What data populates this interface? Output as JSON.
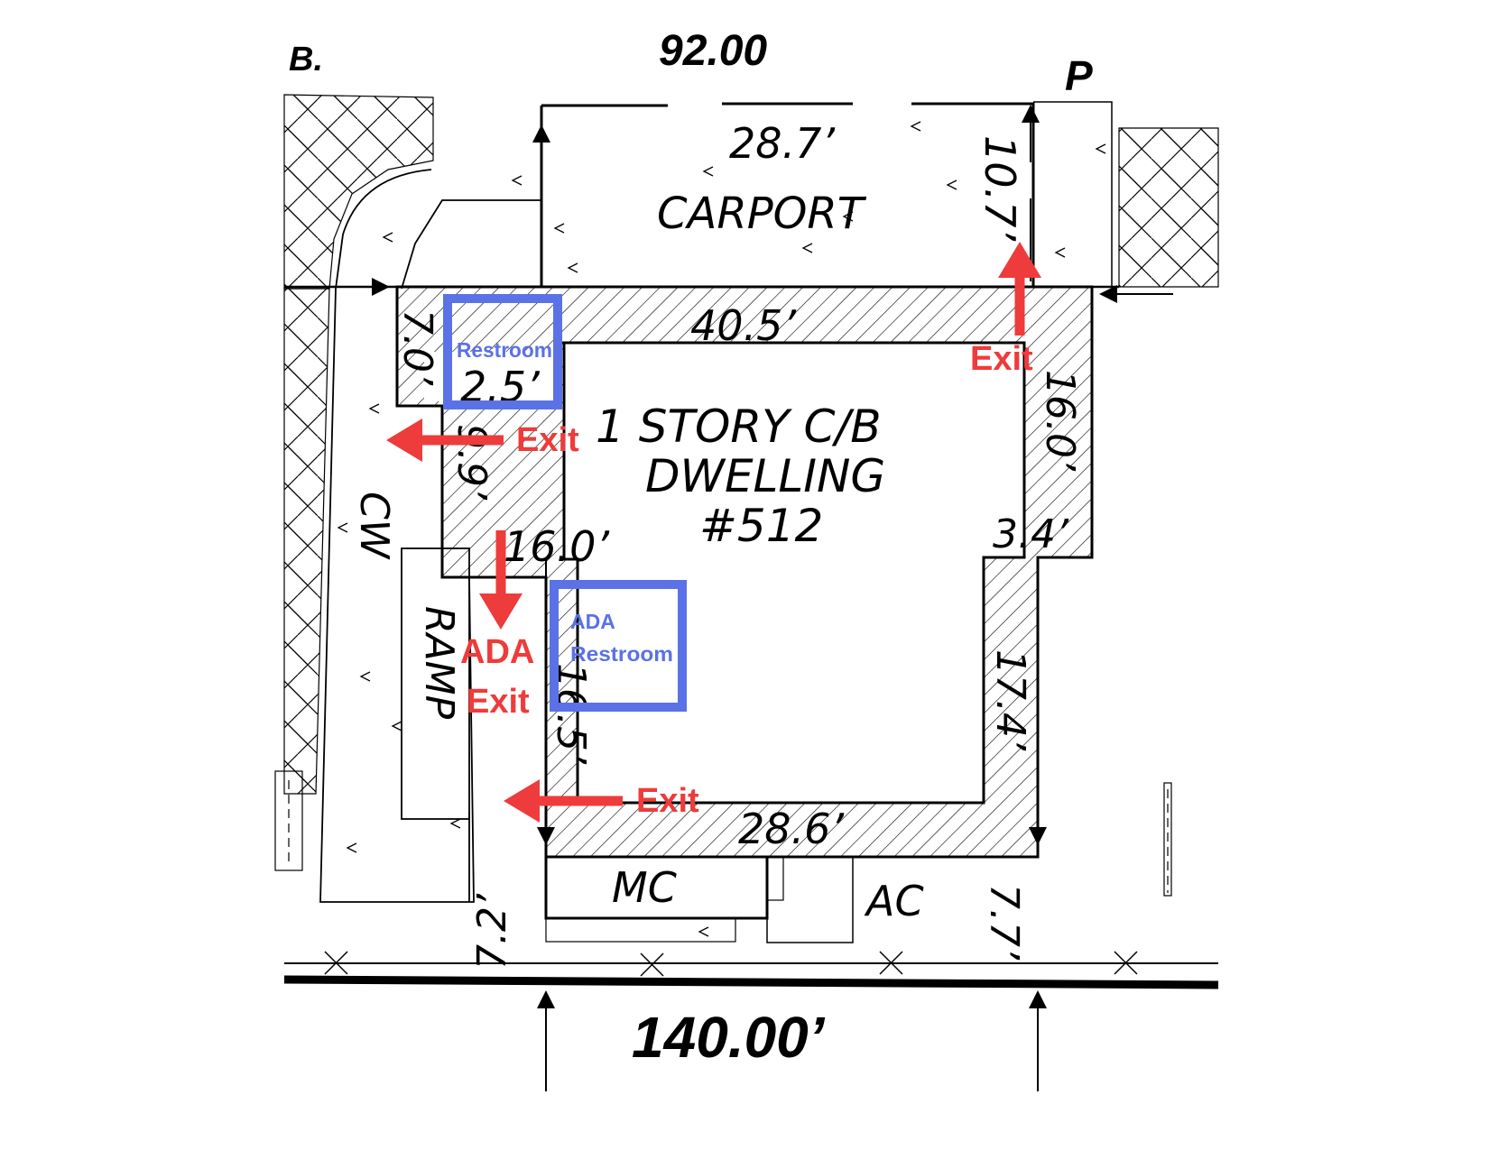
{
  "colors": {
    "annotation_red": "#ee3b3b",
    "annotation_blue": "#5a72e6",
    "line": "#000000",
    "background": "#ffffff"
  },
  "top": {
    "left_cut": "B.",
    "right_cut": "P",
    "dim_top": "92.00"
  },
  "carport": {
    "label": "CARPORT",
    "width": "28.7’",
    "depth": "10.7’"
  },
  "dwelling": {
    "line1": "1 STORY C/B",
    "line2": "DWELLING",
    "number": "#512",
    "dims": {
      "top": "40.5’",
      "left_upper": "7.0’",
      "notch": "2.5’",
      "left_mid": "9.9’",
      "step": "16.0’",
      "left_lower": "16.5’",
      "bottom": "28.6’",
      "right_upper": "16.0’",
      "right_step": "3.4’",
      "right_lower": "17.4’"
    }
  },
  "site": {
    "cw": "CW",
    "ramp": "RAMP",
    "mc": "MC",
    "ac": "AC",
    "setback_left": "7.2’",
    "setback_right": "7.7’",
    "frontage": "140.00’"
  },
  "annotations": {
    "exit_top_right": "Exit",
    "exit_left": "Exit",
    "ada_line1": "ADA",
    "ada_line2": "Exit",
    "exit_bottom": "Exit",
    "restroom": "Restroom",
    "ada_restroom_line1": "ADA",
    "ada_restroom_line2": "Restroom"
  }
}
